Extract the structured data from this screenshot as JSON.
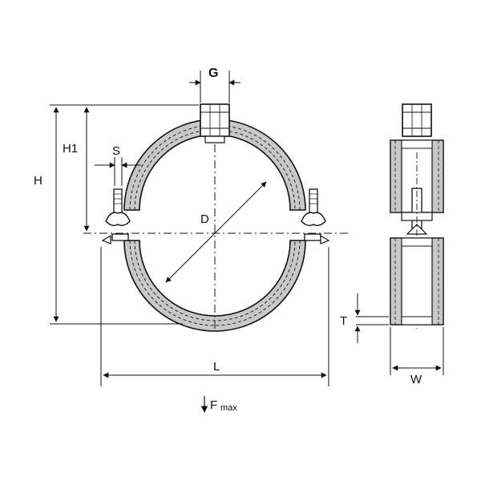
{
  "labels": {
    "G": "G",
    "H": "H",
    "H1": "H1",
    "S": "S",
    "D": "D",
    "L": "L",
    "T": "T",
    "W": "W",
    "F": "F",
    "F_sub": "max"
  },
  "colors": {
    "rubber": "#c8c8c8",
    "steel": "#ffffff",
    "line": "#111111"
  }
}
